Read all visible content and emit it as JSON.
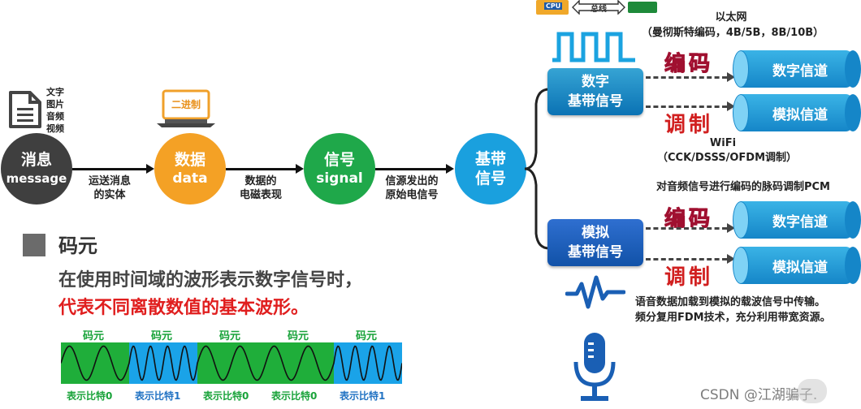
{
  "flow": {
    "doc_labels": [
      "文字",
      "图片",
      "音频",
      "视频"
    ],
    "binary_label": "二进制",
    "message": {
      "l1": "消息",
      "l2": "message"
    },
    "data": {
      "l1": "数据",
      "l2": "data"
    },
    "signal": {
      "l1": "信号",
      "l2": "signal"
    },
    "baseband": {
      "l1": "基带",
      "l2": "信号"
    },
    "arrow1": [
      "运送消息",
      "的实体"
    ],
    "arrow2": [
      "数据的",
      "电磁表现"
    ],
    "arrow3": [
      "信源发出的",
      "原始电信号"
    ]
  },
  "symbol_section": {
    "heading": "码元",
    "line1": "在使用时间域的波形表示数字信号时，",
    "line2": "代表不同离散数值的基本波形。",
    "symbol_label": "码元",
    "bits": [
      "表示比特0",
      "表示比特1",
      "表示比特0",
      "表示比特0",
      "表示比特1"
    ]
  },
  "right": {
    "cpu_label": "CPU",
    "bus_label": "总线",
    "ethernet_title": "以太网",
    "ethernet_detail": "（曼彻斯特编码，4B/5B，8B/10B）",
    "digital_baseband": [
      "数字",
      "基带信号"
    ],
    "analog_baseband": [
      "模拟",
      "基带信号"
    ],
    "encode": "编码",
    "modulate": "调制",
    "digital_channel": "数字信道",
    "analog_channel": "模拟信道",
    "wifi_title": "WiFi",
    "wifi_detail": "（CCK/DSSS/OFDM调制）",
    "pcm_note": "对音频信号进行编码的脉码调制PCM",
    "analog_note1": "语音数据加载到模拟的载波信号中传输。",
    "analog_note2": "频分复用FDM技术，充分利用带宽资源。"
  },
  "watermark": "CSDN @江湖骗子."
}
